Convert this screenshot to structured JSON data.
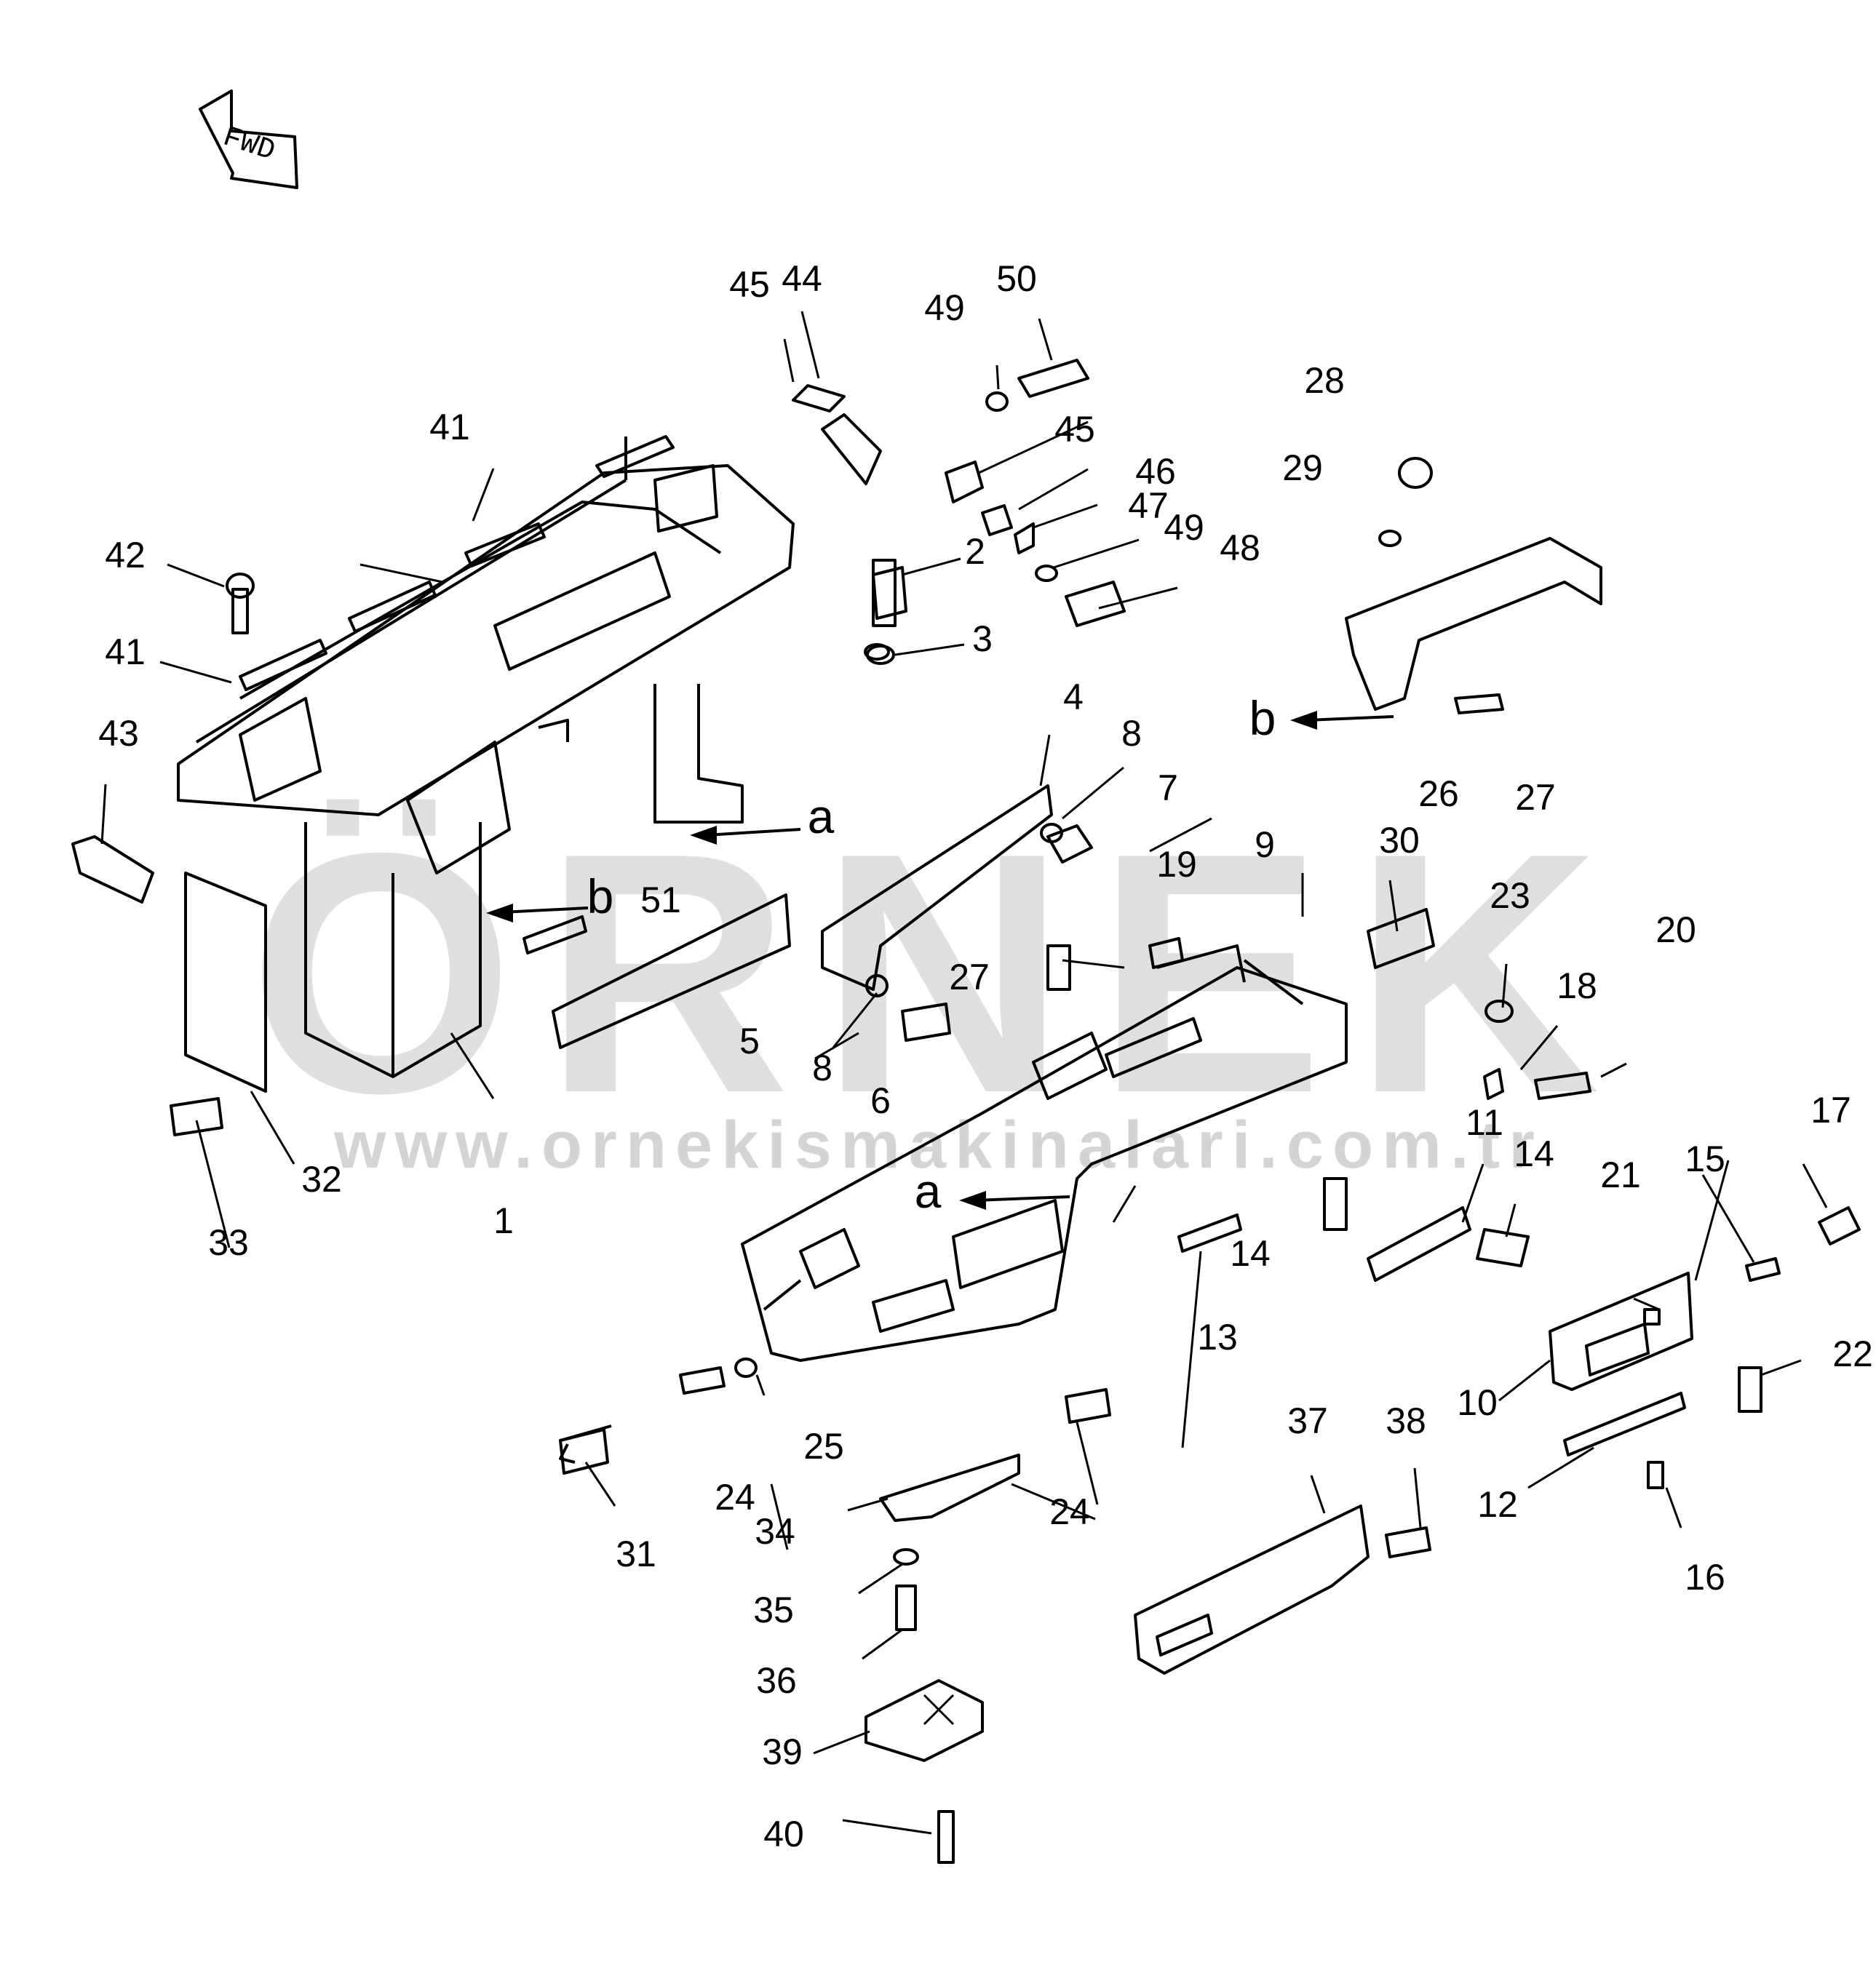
{
  "diagram": {
    "fwd_label": "FWD",
    "watermark": {
      "brand": "ÖRNEK",
      "url": "www.ornekismakinalari.com.tr"
    },
    "callouts": [
      "1",
      "2",
      "3",
      "4",
      "5",
      "6",
      "7",
      "8",
      "8",
      "9",
      "10",
      "11",
      "12",
      "13",
      "14",
      "14",
      "15",
      "16",
      "17",
      "18",
      "19",
      "20",
      "21",
      "22",
      "23",
      "24",
      "24",
      "25",
      "26",
      "27",
      "27",
      "28",
      "29",
      "30",
      "31",
      "32",
      "33",
      "34",
      "35",
      "36",
      "37",
      "38",
      "39",
      "40",
      "41",
      "41",
      "42",
      "43",
      "44",
      "45",
      "45",
      "46",
      "47",
      "48",
      "49",
      "49",
      "50",
      "51"
    ],
    "refs": [
      "a",
      "a",
      "b",
      "b"
    ]
  }
}
